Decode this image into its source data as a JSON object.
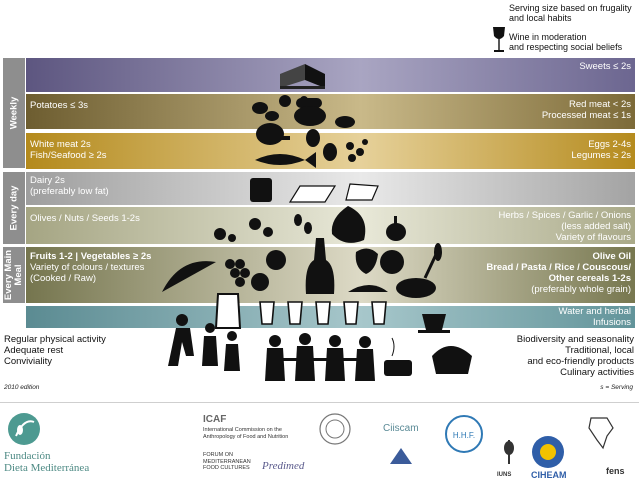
{
  "top_notes": {
    "serving_size": [
      "Serving size based on frugality",
      "and local habits"
    ],
    "wine": [
      "Wine in moderation",
      "and respecting social beliefs"
    ]
  },
  "sidebar": {
    "weekly": "Weekly",
    "every_day": "Every day",
    "every_main_meal": [
      "Every Main",
      "Meal"
    ]
  },
  "bands": {
    "sweets": {
      "right": "Sweets ≤ 2s"
    },
    "potatoes_meat": {
      "left": "Potatoes ≤ 3s",
      "right": [
        "Red meat < 2s",
        "Processed meat ≤ 1s"
      ]
    },
    "white_meat": {
      "left": [
        "White meat 2s",
        "Fish/Seafood ≥ 2s"
      ],
      "right": [
        "Eggs 2-4s",
        "Legumes ≥ 2s"
      ]
    },
    "dairy": {
      "left": [
        "Dairy 2s",
        "(preferably low fat)"
      ]
    },
    "olives": {
      "left": "Olives / Nuts / Seeds  1-2s",
      "right": [
        "Herbs / Spices / Garlic / Onions",
        "(less added salt)",
        "Variety of flavours"
      ]
    },
    "fruits": {
      "left_bold": "Fruits 1-2 | Vegetables ≥ 2s",
      "left": [
        "Variety of colours / textures",
        "(Cooked / Raw)"
      ],
      "right_bold": [
        "Olive Oil",
        "Bread / Pasta / Rice / Couscous/",
        "Other cereals 1-2s"
      ],
      "right": "(preferably whole grain)"
    },
    "water": {
      "right": [
        "Water and herbal",
        "Infusions"
      ]
    }
  },
  "footer_left": [
    "Regular physical activity",
    "Adequate rest",
    "Conviviality"
  ],
  "footer_right": [
    "Biodiversity and seasonality",
    "Traditional, local",
    "and eco-friendly products",
    "Culinary activities"
  ],
  "edition": "2010 edition",
  "serving_note": "s = Serving",
  "logos": {
    "fundacion": [
      "Fundación",
      "Dieta Mediterránea"
    ],
    "icaf_title": "ICAF",
    "icaf_text": [
      "International Commission on the",
      "Anthropology of Food and Nutrition"
    ],
    "forum": [
      "FORUM ON",
      "MEDITERRANEAN",
      "FOOD CULTURES"
    ],
    "predimed": "Predimed",
    "ciiscam": "Ciiscam",
    "hhf": "H.H.F.",
    "iuns": "IUNS",
    "ciheam": "CIHEAM",
    "fens": "fens"
  },
  "colors": {
    "sweets": "#8f89ac",
    "potatoes": "#9c8a58",
    "white_meat": "#b99a3e",
    "dairy": "#b4b4b4",
    "olives": "#b4b496",
    "fruits": "#8c8c64",
    "water": "#6f9aa0",
    "sidebar": "#8e8e8e"
  }
}
